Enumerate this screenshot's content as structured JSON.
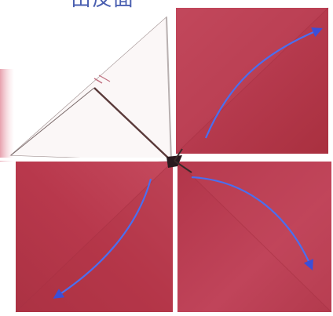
{
  "caption": {
    "text": "由反面",
    "color": "#4a5fb0"
  },
  "colors": {
    "paper_red": "#b8364a",
    "paper_red_light": "#c94e60",
    "paper_white": "#ffffff",
    "arrow_blue": "#3b4fd8",
    "fold_line": "#5a3a3a"
  },
  "icons": {
    "arrow": "curved-arrow",
    "fold": "origami-fold"
  }
}
